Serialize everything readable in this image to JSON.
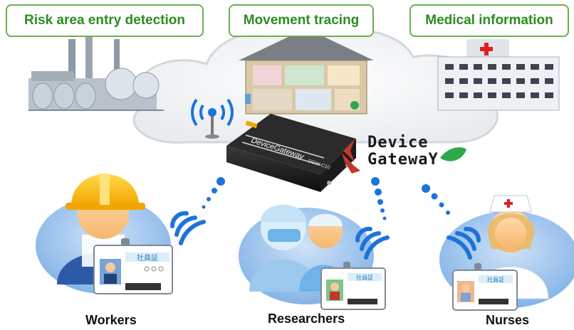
{
  "labels": {
    "risk": "Risk area entry detection",
    "movement": "Movement tracing",
    "medical": "Medical information"
  },
  "brand": {
    "line1": "Device",
    "line2": "GatewaY"
  },
  "device": {
    "name": "DeviceGateway",
    "model": "DGW-C10"
  },
  "badge": {
    "title": "社員証"
  },
  "captions": {
    "workers": "Workers",
    "researchers": "Researchers",
    "nurses": "Nurses"
  },
  "colors": {
    "accent_green": "#6ab04c",
    "text_green": "#2e8b22",
    "wifi_blue": "#1e73d8",
    "brand_red": "#c0392b"
  }
}
